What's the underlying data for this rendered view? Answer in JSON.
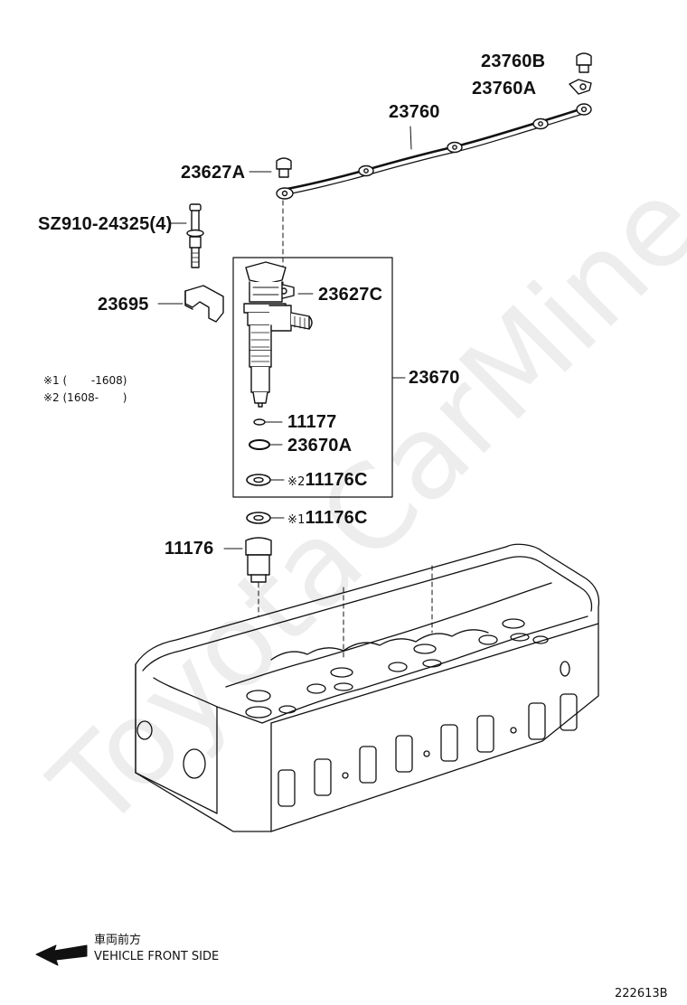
{
  "parts": {
    "p23760B": "23760B",
    "p23760A": "23760A",
    "p23760": "23760",
    "p23627A": "23627A",
    "bolt": "SZ910-24325(4)",
    "p23695": "23695",
    "p23627C": "23627C",
    "p23670": "23670",
    "p11177": "11177",
    "p23670A": "23670A",
    "p11176C_2": "11176C",
    "p11176C_1": "11176C",
    "p11176": "11176"
  },
  "marks": {
    "m2": "※2",
    "m1": "※1"
  },
  "notes": {
    "note1": "※1 (       -1608)",
    "note2": "※2 (1608-       )"
  },
  "direction": {
    "jp": "車両前方",
    "en": "VEHICLE FRONT SIDE"
  },
  "reference": "222613B",
  "watermark": "ToyotaCarMine.ru",
  "colors": {
    "line": "#111111",
    "background": "#ffffff"
  }
}
